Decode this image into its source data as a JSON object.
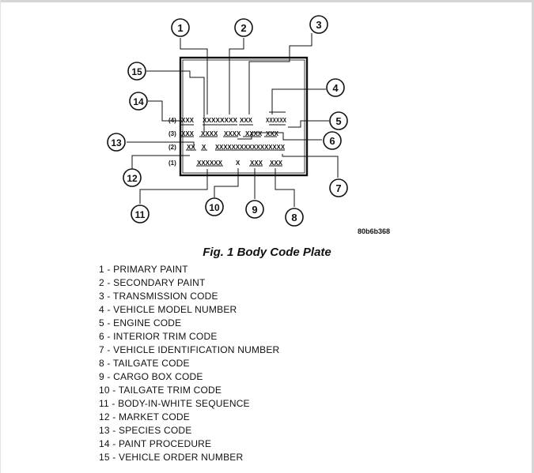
{
  "figure": {
    "image_code": "80b6b368",
    "title": "Fig. 1 Body Code Plate"
  },
  "plate": {
    "row4": {
      "label": "(4)",
      "f1": "XXX",
      "f2": "XXXXXXXX",
      "f3": "XXX",
      "f4": "XXXXXX"
    },
    "row3": {
      "label": "(3)",
      "f1": "XXX",
      "f2": "XXXX",
      "f3": "XXXX",
      "f4": "XXXX",
      "f5": "XXX"
    },
    "row2": {
      "label": "(2)",
      "f1": "XX",
      "f2": "X",
      "f3": "XXXXXXXXXXXXXXXXX"
    },
    "row1": {
      "label": "(1)",
      "f1": "XXXXXX",
      "f2": "X",
      "f3": "XXX",
      "f4": "XXX"
    }
  },
  "callouts": [
    "1",
    "2",
    "3",
    "4",
    "5",
    "6",
    "7",
    "8",
    "9",
    "10",
    "11",
    "12",
    "13",
    "14",
    "15"
  ],
  "legend": [
    "1 - PRIMARY PAINT",
    "2 - SECONDARY PAINT",
    "3 - TRANSMISSION CODE",
    "4 - VEHICLE MODEL NUMBER",
    "5 - ENGINE CODE",
    "6 - INTERIOR TRIM CODE",
    "7 - VEHICLE IDENTIFICATION NUMBER",
    "8 - TAILGATE CODE",
    "9 - CARGO BOX CODE",
    "10 - TAILGATE TRIM CODE",
    "11 - BODY-IN-WHITE SEQUENCE",
    "12 - MARKET CODE",
    "13 - SPECIES CODE",
    "14 - PAINT PROCEDURE",
    "15 - VEHICLE ORDER NUMBER"
  ]
}
